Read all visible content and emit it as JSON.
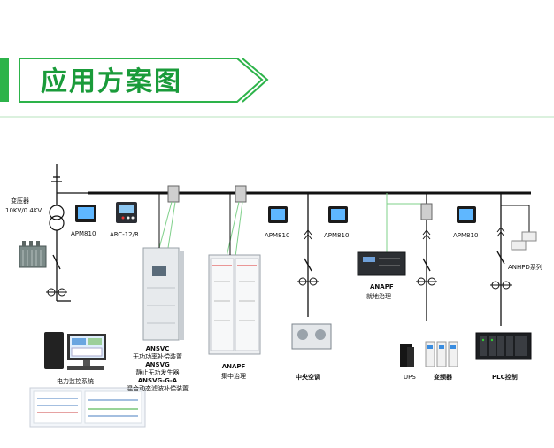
{
  "header": {
    "title": "应用方案图",
    "accent": "#2db34a"
  },
  "source": {
    "label_line1": "变压器",
    "label_line2": "10KV/0.4KV"
  },
  "monitoring": {
    "label": "电力监控系统"
  },
  "devices": {
    "meter1": "APM810",
    "arc": "ARC-12/R",
    "cabinet1_lines": [
      "ANSVC",
      "无功功率补偿装置",
      "ANSVG",
      "静止无功发生器",
      "ANSVG-G-A",
      "混合动态滤波补偿装置"
    ],
    "cabinet2_lines": [
      "ANAPF",
      "集中治理"
    ],
    "meter2": "APM810",
    "meter3": "APM810",
    "ac": "中央空调",
    "anapf_local_lines": [
      "ANAPF",
      "就地治理"
    ],
    "ups": "UPS",
    "inverter": "变频器",
    "meter4": "APM810",
    "anhpd": "ANHPD系列",
    "plc": "PLC控制"
  },
  "colors": {
    "line": "#111111",
    "ct_line": "#7fd08a",
    "title": "#1a9b3a"
  }
}
